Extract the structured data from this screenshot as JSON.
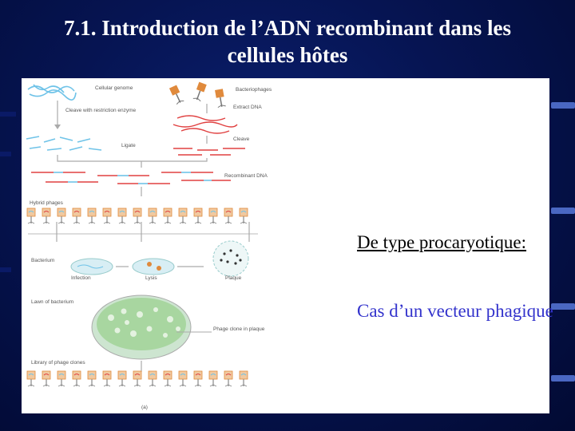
{
  "slide": {
    "title_line1": "7.1. Introduction de l’ADN recombinant dans les",
    "title_line2": "cellules hôtes",
    "subtitle": "De type procaryotique:",
    "text": "Cas d’un vecteur phagique"
  },
  "diagram": {
    "labels": {
      "cellular_genome": "Cellular genome",
      "cleave": "Cleave with restriction enzyme",
      "bacteriophages": "Bacteriophages",
      "extract": "Extract DNA",
      "cleave2": "Cleave",
      "ligate": "Ligate",
      "recombinant": "Recombinant DNA",
      "hybrid": "Hybrid phages",
      "bacterium": "Bacterium",
      "infection": "Infection",
      "lysis": "Lysis",
      "plaque": "Plaque",
      "lawn": "Lawn of bacterium",
      "phage_clone": "Phage clone in plaque",
      "library": "Library of phage clones",
      "panel_letter": "(a)"
    }
  },
  "colors": {
    "background": "#061452",
    "title": "#ffffff",
    "subtitle": "#000000",
    "text": "#3333cc",
    "dna_blue": "#6fc3e8",
    "dna_red": "#e04040"
  }
}
